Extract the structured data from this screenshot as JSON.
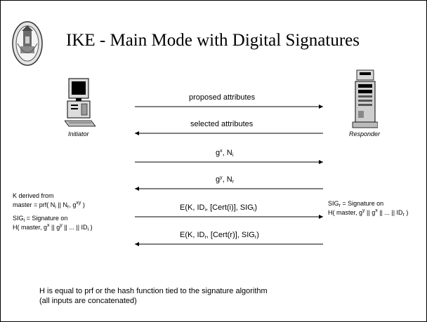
{
  "title": "IKE - Main Mode with Digital Signatures",
  "initiator_label": "Initiator",
  "responder_label": "Responder",
  "messages": {
    "m1": "proposed attributes",
    "m2": "selected attributes",
    "m3": {
      "g": "g",
      "x": "x",
      "sep": ", N",
      "i": "i"
    },
    "m4": {
      "g": "g",
      "y": "y",
      "sep": ", N",
      "r": "r"
    },
    "m5": {
      "pre": "E(K, ID",
      "i1": "i",
      "mid": ", [Cert(i)], SIG",
      "i2": "i",
      "post": ")"
    },
    "m6": {
      "pre": "E(K, ID",
      "r1": "r",
      "mid": ", [Cert(r)], SIG",
      "r2": "r",
      "post": ")"
    }
  },
  "left_notes": {
    "k_line1": "K derived from",
    "k_line2": {
      "a": "master = prf( N",
      "i": "i",
      "b": " || N",
      "r": "r",
      "c": ", g",
      "xy": "xy",
      "d": " )"
    },
    "sig_line1": {
      "a": "SIG",
      "i": "i",
      "b": " = Signature on"
    },
    "sig_line2": {
      "a": "H( master, g",
      "x": "x",
      "b": " || g",
      "y": "y",
      "c": " || ... || ID",
      "i": "i",
      "d": " )"
    }
  },
  "right_notes": {
    "sig_line1": {
      "a": "SIG",
      "r": "r",
      "b": " = Signature on"
    },
    "sig_line2": {
      "a": "H( master, g",
      "y": "y",
      "b": " || g",
      "x": "x",
      "c": " || ... || ID",
      "r": "r",
      "d": " )"
    }
  },
  "footer": {
    "line1": "H is equal to prf or the hash function tied to the signature algorithm",
    "line2": "(all inputs are concatenated)"
  }
}
